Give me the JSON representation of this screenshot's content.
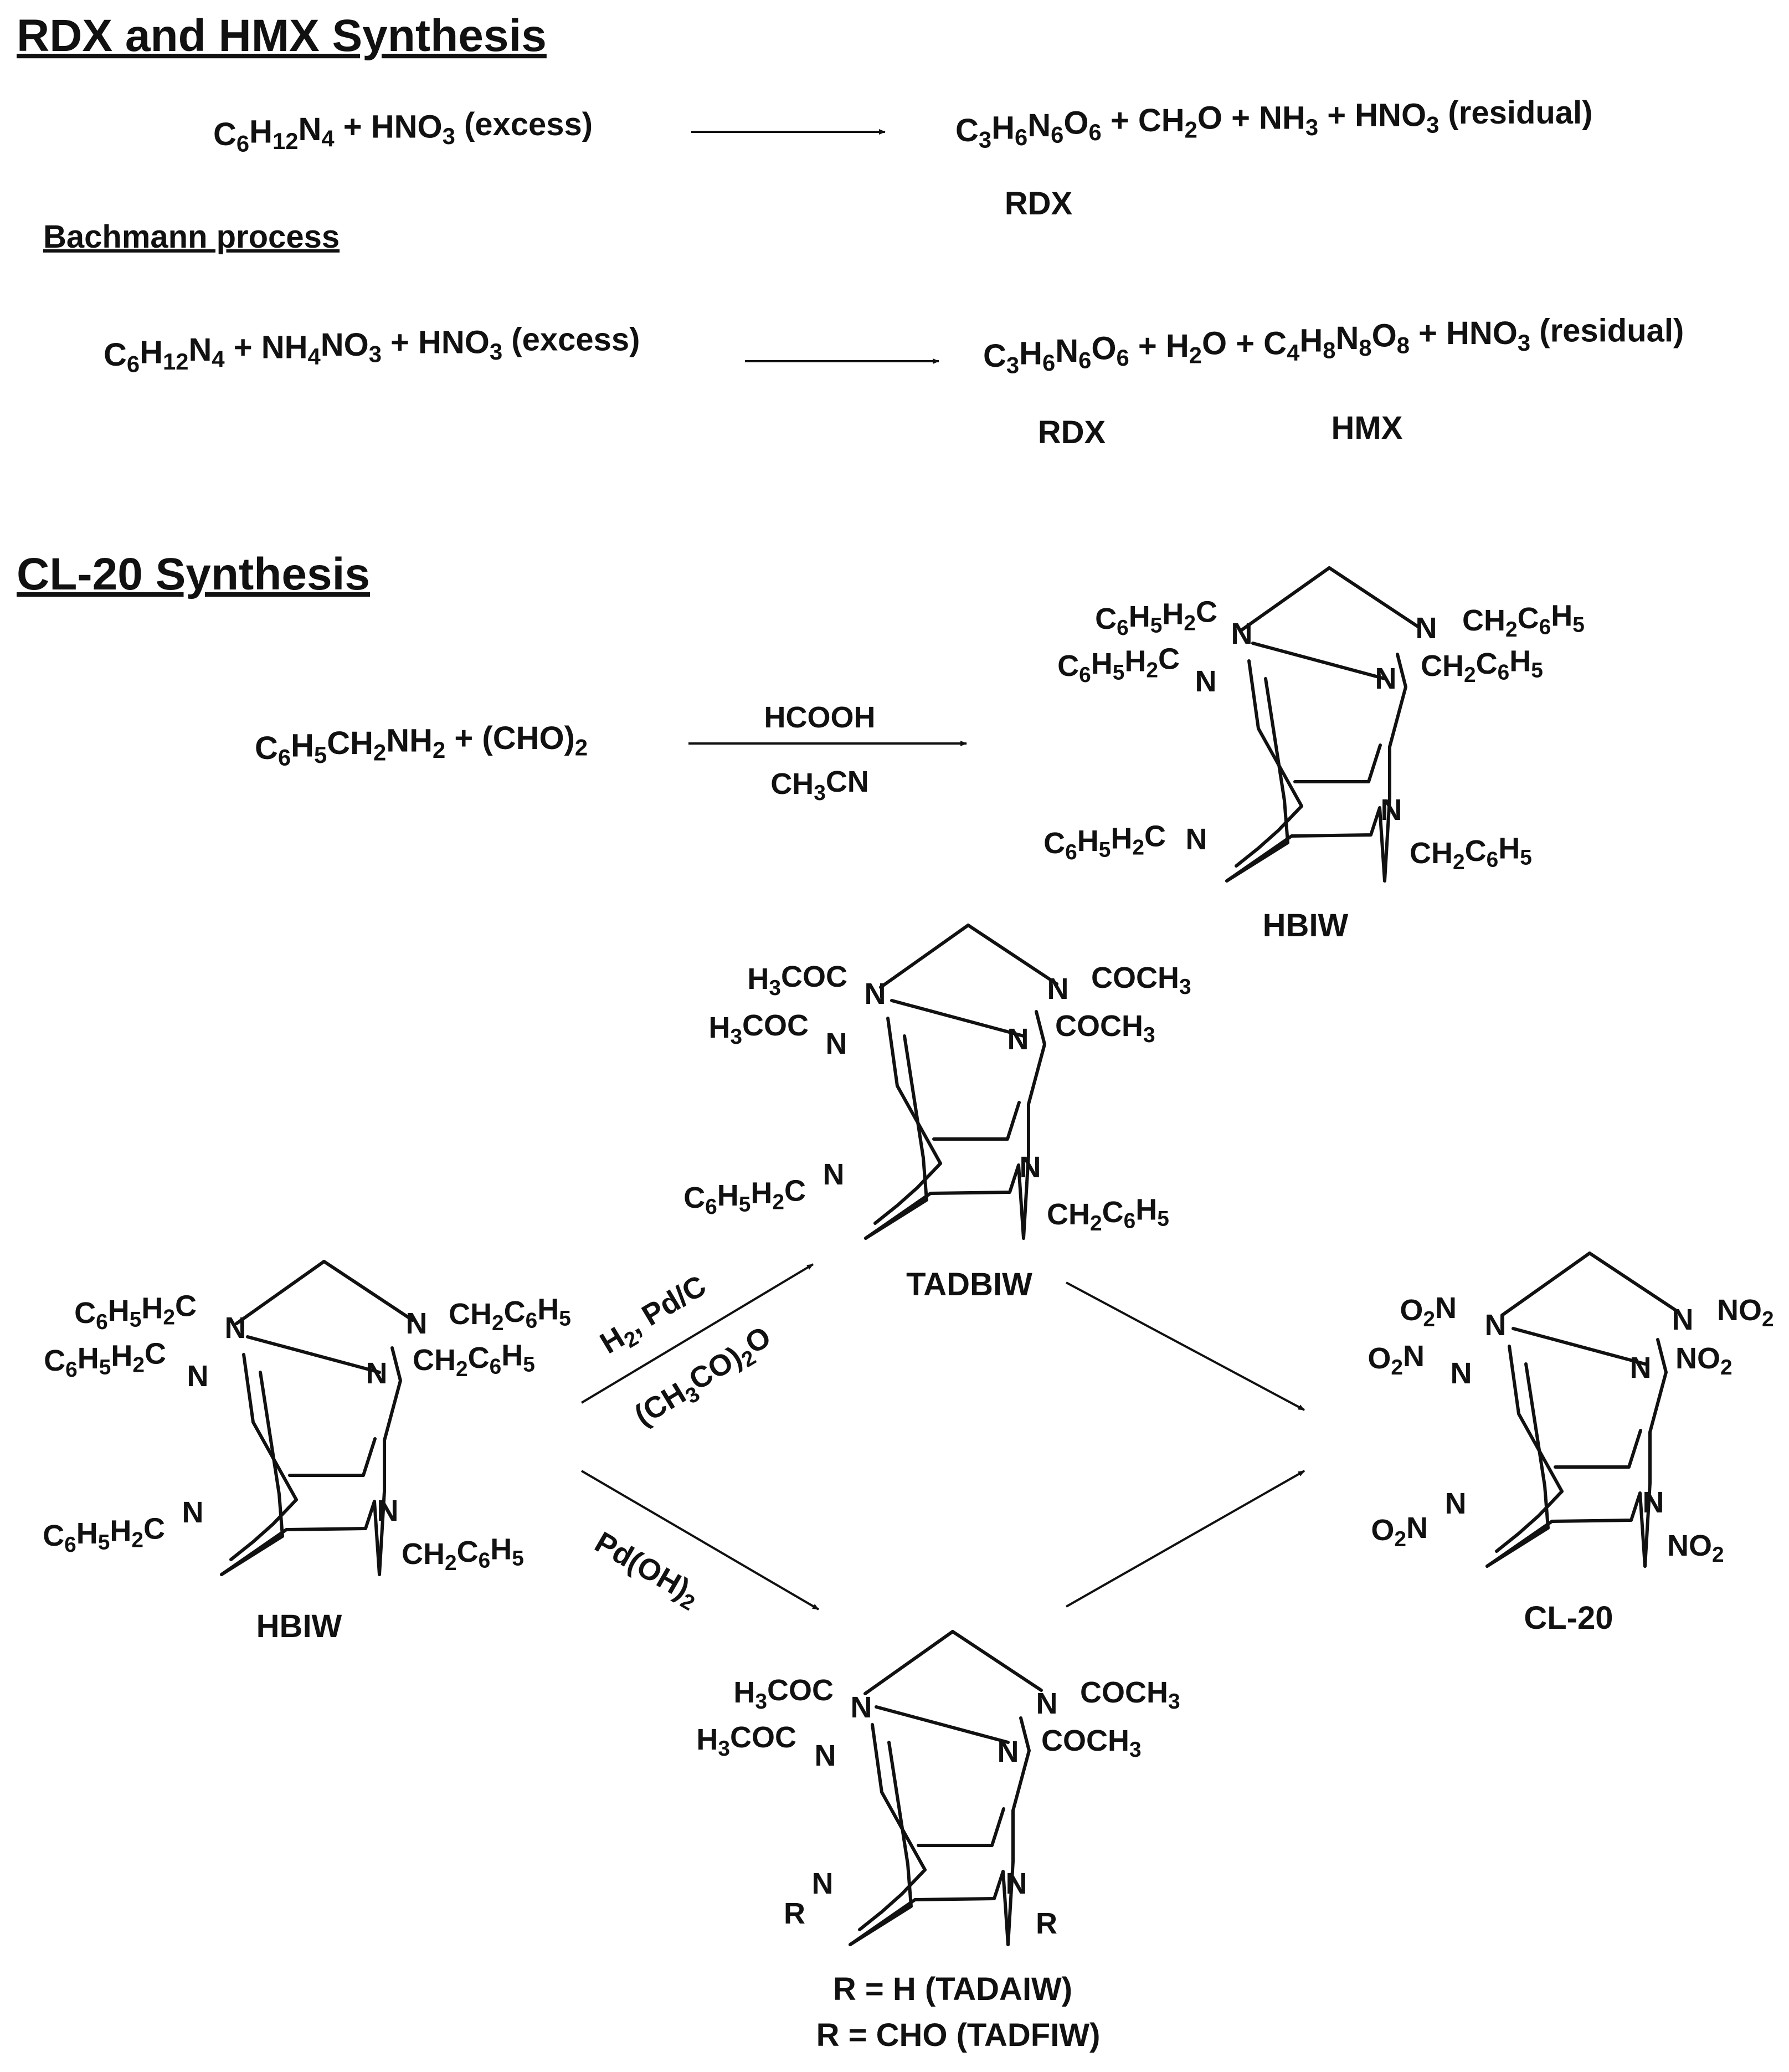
{
  "sections": {
    "rdx_hmx_title": "RDX and HMX Synthesis",
    "bachmann_title": "Bachmann process",
    "cl20_title": "CL-20 Synthesis"
  },
  "reactions": {
    "r1": {
      "lhs": [
        {
          "t": "C"
        },
        {
          "t": "6",
          "sub": true
        },
        {
          "t": "H"
        },
        {
          "t": "12",
          "sub": true
        },
        {
          "t": "N"
        },
        {
          "t": "4",
          "sub": true
        },
        {
          "t": " + HNO"
        },
        {
          "t": "3",
          "sub": true
        },
        {
          "t": " (excess)"
        }
      ],
      "rhs": [
        {
          "t": "C"
        },
        {
          "t": "3",
          "sub": true
        },
        {
          "t": "H"
        },
        {
          "t": "6",
          "sub": true
        },
        {
          "t": "N"
        },
        {
          "t": "6",
          "sub": true
        },
        {
          "t": "O"
        },
        {
          "t": "6",
          "sub": true
        },
        {
          "t": " + CH"
        },
        {
          "t": "2",
          "sub": true
        },
        {
          "t": "O + NH"
        },
        {
          "t": "3",
          "sub": true
        },
        {
          "t": " + HNO"
        },
        {
          "t": "3",
          "sub": true
        },
        {
          "t": " (residual)"
        }
      ],
      "product_label": "RDX"
    },
    "r2": {
      "lhs": [
        {
          "t": "C"
        },
        {
          "t": "6",
          "sub": true
        },
        {
          "t": "H"
        },
        {
          "t": "12",
          "sub": true
        },
        {
          "t": "N"
        },
        {
          "t": "4",
          "sub": true
        },
        {
          "t": " + NH"
        },
        {
          "t": "4",
          "sub": true
        },
        {
          "t": "NO"
        },
        {
          "t": "3",
          "sub": true
        },
        {
          "t": " + HNO"
        },
        {
          "t": "3",
          "sub": true
        },
        {
          "t": " (excess)"
        }
      ],
      "rhs": [
        {
          "t": "C"
        },
        {
          "t": "3",
          "sub": true
        },
        {
          "t": "H"
        },
        {
          "t": "6",
          "sub": true
        },
        {
          "t": "N"
        },
        {
          "t": "6",
          "sub": true
        },
        {
          "t": "O"
        },
        {
          "t": "6",
          "sub": true
        },
        {
          "t": " + H"
        },
        {
          "t": "2",
          "sub": true
        },
        {
          "t": "O + C"
        },
        {
          "t": "4",
          "sub": true
        },
        {
          "t": "H"
        },
        {
          "t": "8",
          "sub": true
        },
        {
          "t": "N"
        },
        {
          "t": "8",
          "sub": true
        },
        {
          "t": "O"
        },
        {
          "t": "8",
          "sub": true
        },
        {
          "t": " + HNO"
        },
        {
          "t": "3",
          "sub": true
        },
        {
          "t": " (residual)"
        }
      ],
      "label_rdx": "RDX",
      "label_hmx": "HMX"
    },
    "r3": {
      "lhs": [
        {
          "t": "C"
        },
        {
          "t": "6",
          "sub": true
        },
        {
          "t": "H"
        },
        {
          "t": "5",
          "sub": true
        },
        {
          "t": "CH"
        },
        {
          "t": "2",
          "sub": true
        },
        {
          "t": "NH"
        },
        {
          "t": "2",
          "sub": true
        },
        {
          "t": " + (CHO)"
        },
        {
          "t": "2",
          "sub": true
        }
      ],
      "above": [
        {
          "t": "HCOOH"
        }
      ],
      "below": [
        {
          "t": "CH"
        },
        {
          "t": "3",
          "sub": true
        },
        {
          "t": "CN"
        }
      ]
    }
  },
  "conditions": {
    "to_tadbiw": {
      "line1": [
        {
          "t": "H"
        },
        {
          "t": "2",
          "sub": true
        },
        {
          "t": ", Pd/C"
        }
      ],
      "line2": [
        {
          "t": "(CH"
        },
        {
          "t": "3",
          "sub": true
        },
        {
          "t": "CO)"
        },
        {
          "t": "2",
          "sub": true
        },
        {
          "t": "O"
        }
      ]
    },
    "to_tadaiw": {
      "line1": [
        {
          "t": "Pd(OH)"
        },
        {
          "t": "2",
          "sub": true
        }
      ]
    }
  },
  "groups": {
    "bn": [
      {
        "t": "C"
      },
      {
        "t": "6",
        "sub": true
      },
      {
        "t": "H"
      },
      {
        "t": "5",
        "sub": true
      },
      {
        "t": "H"
      },
      {
        "t": "2",
        "sub": true
      },
      {
        "t": "C"
      }
    ],
    "bn_r": [
      {
        "t": "CH"
      },
      {
        "t": "2",
        "sub": true
      },
      {
        "t": "C"
      },
      {
        "t": "6",
        "sub": true
      },
      {
        "t": "H"
      },
      {
        "t": "5",
        "sub": true
      }
    ],
    "ac": [
      {
        "t": "H"
      },
      {
        "t": "3",
        "sub": true
      },
      {
        "t": "COC"
      }
    ],
    "ac_r": [
      {
        "t": "COCH"
      },
      {
        "t": "3",
        "sub": true
      }
    ],
    "no2": [
      {
        "t": "NO"
      },
      {
        "t": "2",
        "sub": true
      }
    ],
    "no2_l": [
      {
        "t": "O"
      },
      {
        "t": "2",
        "sub": true
      },
      {
        "t": "N"
      }
    ],
    "r": [
      {
        "t": "R"
      }
    ],
    "n": [
      {
        "t": "N"
      }
    ]
  },
  "labels": {
    "hbiw_top": "HBIW",
    "hbiw_left": "HBIW",
    "tadbiw": "TADBIW",
    "cl20": "CL-20",
    "tadaiw": "R = H (TADAIW)",
    "tadfiw": "R = CHO (TADFIW)"
  },
  "colors": {
    "ink": "#111111",
    "background": "#ffffff"
  }
}
